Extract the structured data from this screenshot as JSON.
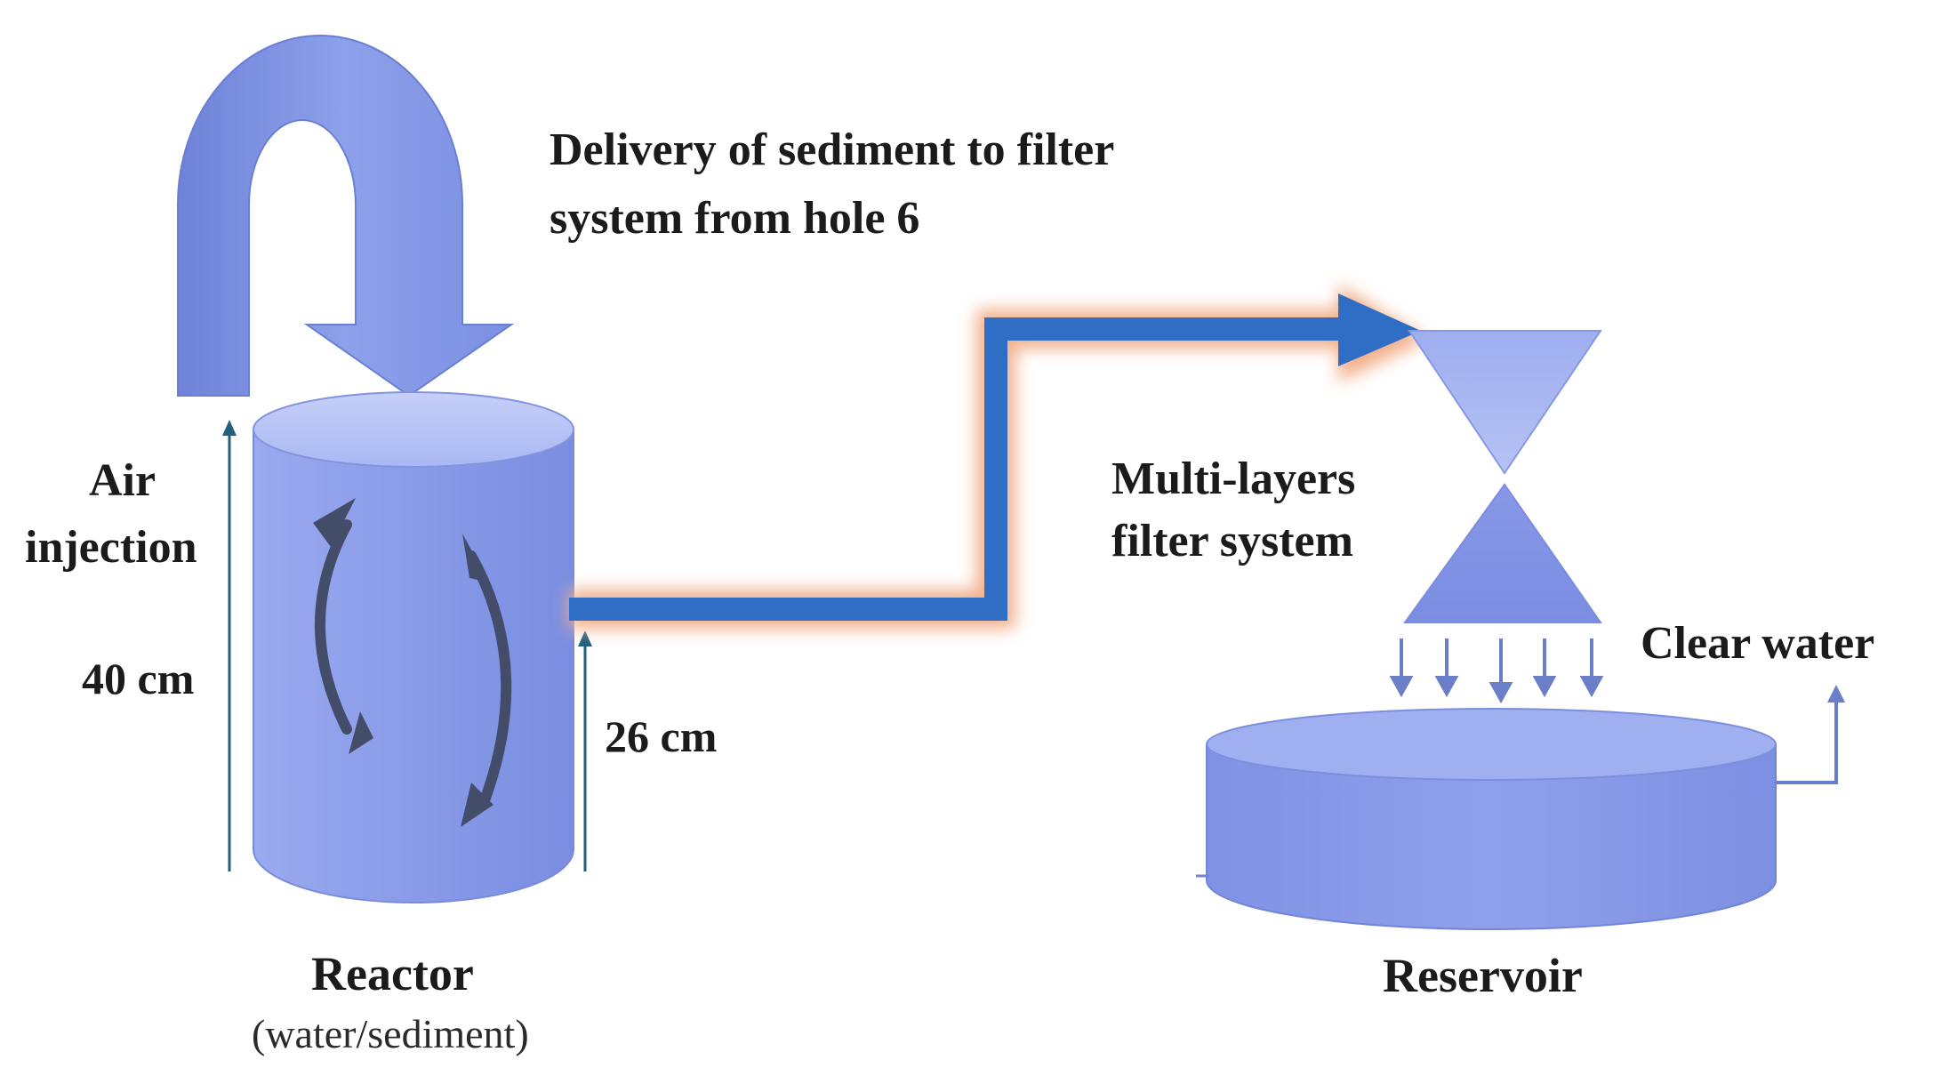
{
  "labels": {
    "delivery_line1": "Delivery of sediment to filter",
    "delivery_line2": "system from  hole 6",
    "air_line1": "Air",
    "air_line2": "injection",
    "height_40": "40 cm",
    "height_26": "26 cm",
    "filter_line1": "Multi-layers",
    "filter_line2": "filter system",
    "clear_water": "Clear water",
    "reactor": "Reactor",
    "reactor_sub": "(water/sediment)",
    "reservoir": "Reservoir"
  },
  "colors": {
    "vessel_light": "#a9b7f2",
    "vessel_mid": "#8c9de9",
    "vessel_dark": "#6f82dc",
    "pipe": "#2f6ec4",
    "pipe_glow": "#f2b08c",
    "measure_line": "#23607e",
    "small_arrow": "#6b7fc9",
    "swirl_arrow": "#404a66"
  }
}
